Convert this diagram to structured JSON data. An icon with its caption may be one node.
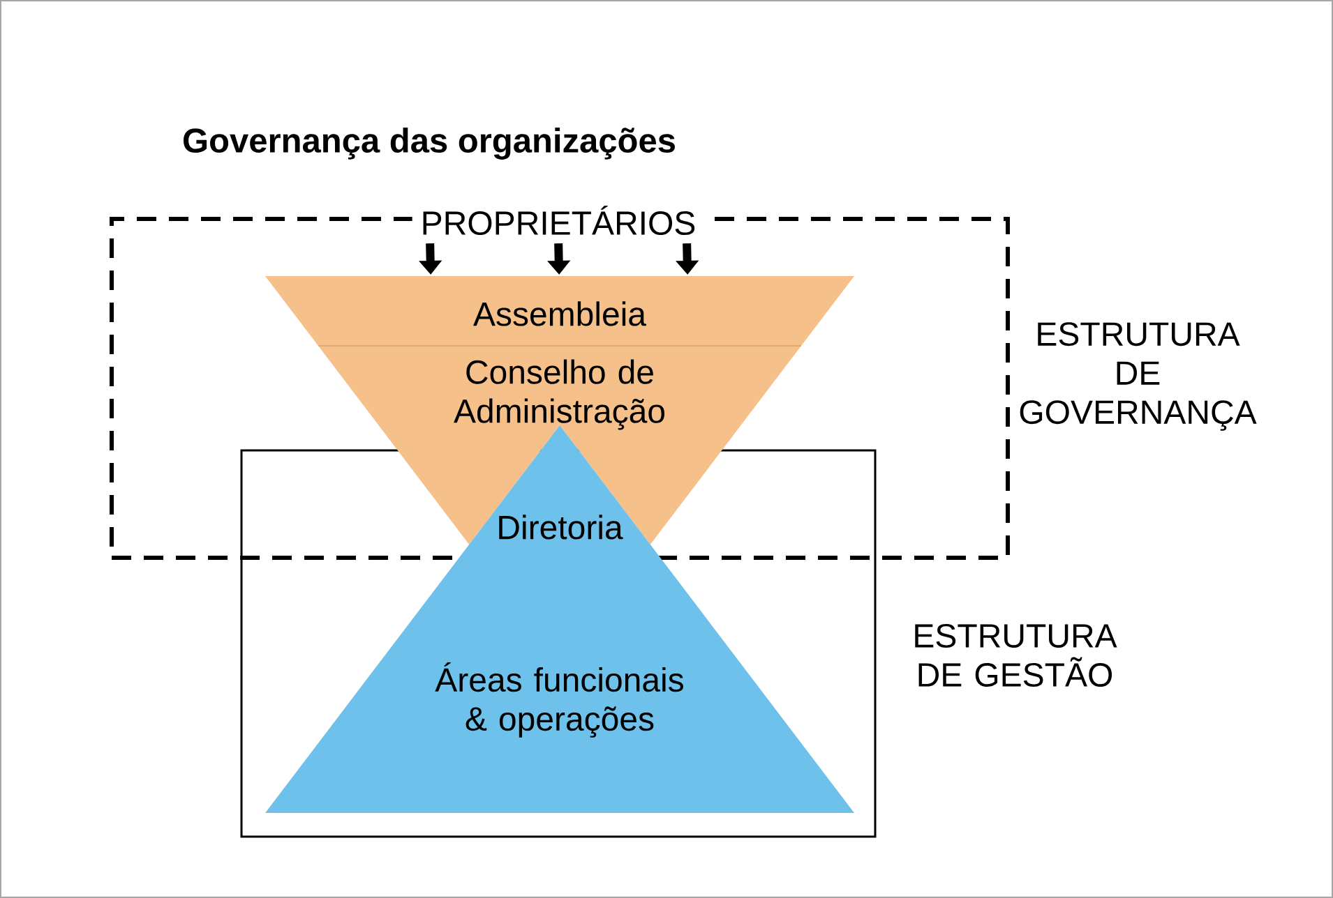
{
  "diagram": {
    "title": "Governança das organizações",
    "nodes": [
      {
        "text": [
          "ESTRUTURA DE GOVERNANÇA"
        ]
      },
      {
        "text": [
          "ESTRUTURA DE GESTÃO"
        ]
      },
      {
        "text": [
          "PROPRIETÁRIOS"
        ],
        "in": 0
      },
      {
        "text": [
          "Assembleia"
        ],
        "in": 0
      },
      {
        "text": [
          "Conselho de Administração"
        ],
        "in": 0
      },
      {
        "text": [
          "Diretoria",
          "Áreas funcionais & operações"
        ]
      }
    ],
    "edges": [
      {
        "from": 2,
        "to": 3,
        "arrow": "to"
      },
      {
        "from": 2,
        "to": 3,
        "arrow": "to"
      },
      {
        "from": 2,
        "to": 3,
        "arrow": "to"
      }
    ]
  }
}
